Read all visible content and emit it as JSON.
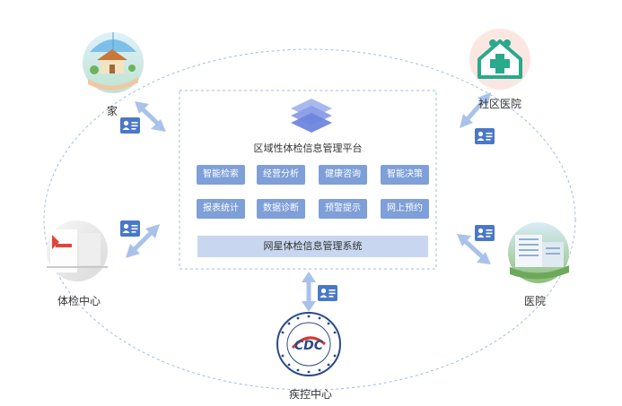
{
  "platform": {
    "title": "区域性体检信息管理平台",
    "modules": [
      "智能检索",
      "经营分析",
      "健康咨询",
      "智能决策",
      "报表统计",
      "数据诊断",
      "预警提示",
      "网上预约"
    ],
    "system_label": "网星体检信息管理系统"
  },
  "nodes": {
    "home": "家",
    "community_hospital": "社区医院",
    "checkup_center": "体检中心",
    "hospital": "医院",
    "cdc": "疾控中心"
  },
  "logo_text": "CDC",
  "colors": {
    "module": "#7e9fd8",
    "system_bar": "#c8d6ef",
    "arrow": "#a9c2ea",
    "badge": "#4a78c8",
    "dashed_line": "#9fbce6"
  }
}
